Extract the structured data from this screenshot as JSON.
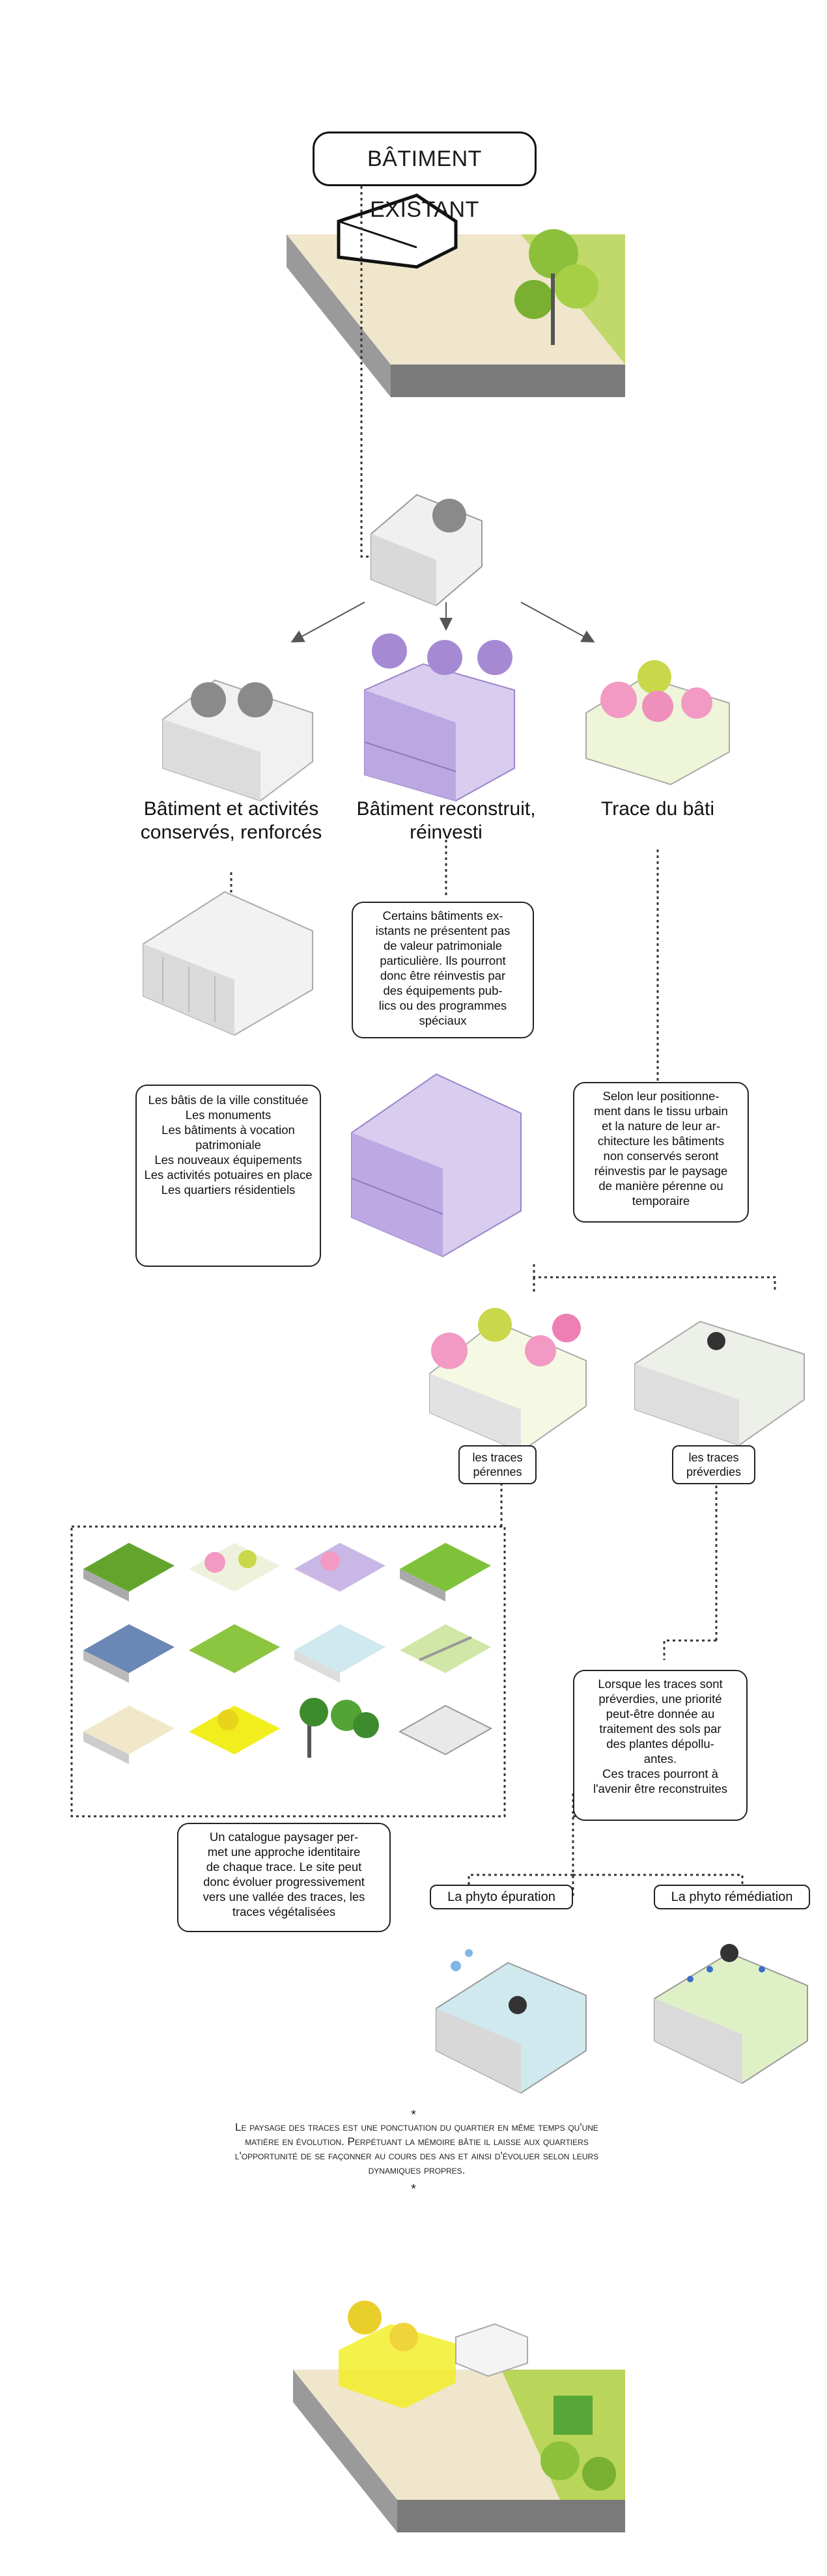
{
  "title_bubble": "BÂTIMENT EXISTANT",
  "branches": {
    "left": "Bâtiment et activités conservés, renforcés",
    "center": "Bâtiment reconstruit, réinvesti",
    "right": "Trace du bâti"
  },
  "bubbles": {
    "left_list": [
      "Les bâtis de la ville constituée",
      "Les monuments",
      "Les bâtiments à vocation patrimoniale",
      "Les nouveaux équipements",
      "Les activités potuaires en place",
      "Les quartiers résidentiels"
    ],
    "center_text": [
      "Certains bâtiments ex-",
      "istants ne présentent pas",
      "de valeur patrimoniale",
      "particulière. Ils pourront",
      "donc être réinvestis par",
      "des équipements pub-",
      "lics ou des programmes",
      "spéciaux"
    ],
    "right_text": [
      "Selon leur positionne-",
      "ment dans le tissu urbain",
      "et la nature de leur ar-",
      "chitecture les bâtiments",
      "non conservés seront",
      "réinvestis par le paysage",
      "de manière pérenne ou",
      "temporaire"
    ],
    "catalogue_text": [
      "Un catalogue paysager per-",
      "met une approche identitaire",
      "de chaque trace. Le site peut",
      "donc évoluer progressivement",
      "vers une vallée des traces, les",
      "traces végétalisées"
    ],
    "preverdies_text": [
      "Lorsque les traces sont",
      "préverdies, une priorité",
      "peut-être donnée au",
      "traitement des sols par",
      "des plantes dépollu-",
      "antes.",
      "Ces traces pourront à",
      "l'avenir être reconstruites"
    ]
  },
  "tags": {
    "perennes": [
      "les traces",
      "pérennes"
    ],
    "preverdies": [
      "les traces",
      "préverdies"
    ],
    "phyto_epuration": "La phyto épuration",
    "phyto_remediation": "La phyto rémédiation"
  },
  "conclusion": {
    "star": "*",
    "lines": [
      "Le paysage des traces est une ponctuation du quartier en même temps qu'une",
      "matière en évolution. Perpétuant la mémoire bâtie il laisse aux quartiers",
      "l'opportunité de se façonner au cours des ans et ainsi d'évoluer selon leurs",
      "dynamiques propres."
    ]
  },
  "colors": {
    "line": "#222222",
    "building": "#e8e8e8",
    "purple": "#c9b8e6",
    "pink": "#f29ac4",
    "green": "#9cc43c",
    "sand": "#efe6cc",
    "yellow": "#f2ee1e",
    "road": "#8d8d8d"
  },
  "icons": [
    "two-people-icon",
    "theatre-masks-icon",
    "film-camera-icon",
    "cocktail-icon",
    "tulip-icon",
    "leaf-icon",
    "water-drop-icon"
  ]
}
